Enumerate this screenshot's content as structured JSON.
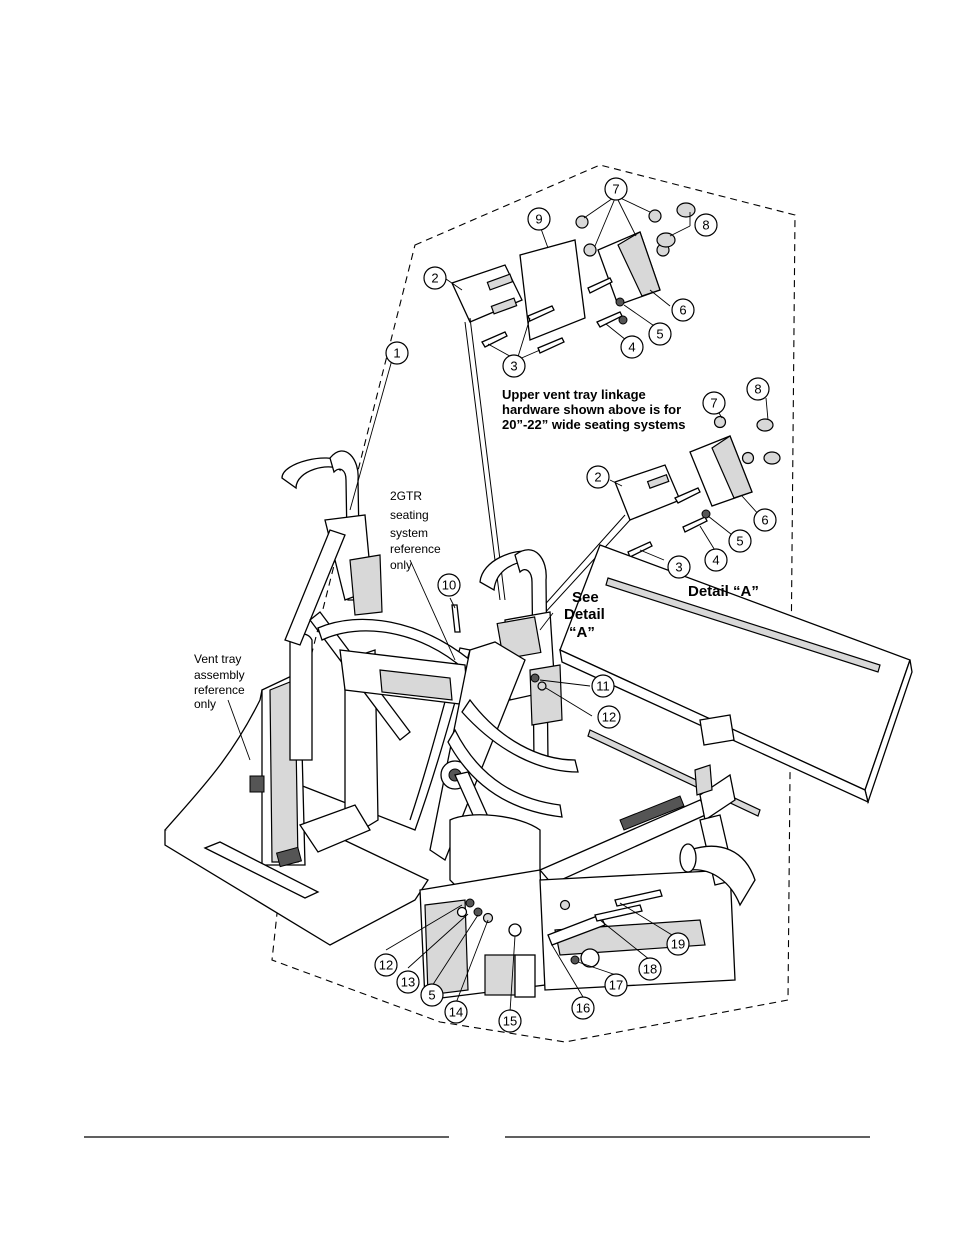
{
  "callouts": [
    {
      "n": "1",
      "label": "1"
    },
    {
      "n": "2",
      "label": "2"
    },
    {
      "n": "3",
      "label": "3"
    },
    {
      "n": "4",
      "label": "4"
    },
    {
      "n": "5",
      "label": "5"
    },
    {
      "n": "6",
      "label": "6"
    },
    {
      "n": "7",
      "label": "7"
    },
    {
      "n": "8",
      "label": "8"
    },
    {
      "n": "9",
      "label": "9"
    },
    {
      "n": "10",
      "label": "10"
    },
    {
      "n": "11",
      "label": "11"
    },
    {
      "n": "12",
      "label": "12"
    },
    {
      "n": "13",
      "label": "13"
    },
    {
      "n": "14",
      "label": "14"
    },
    {
      "n": "15",
      "label": "15"
    },
    {
      "n": "16",
      "label": "16"
    },
    {
      "n": "17",
      "label": "17"
    },
    {
      "n": "18",
      "label": "18"
    },
    {
      "n": "19",
      "label": "19"
    }
  ],
  "notes": {
    "upper_linkage": [
      "Upper vent tray linkage",
      "hardware shown above is for",
      "20”-22” wide seating systems"
    ],
    "seating_ref": [
      "2GTR",
      "seating",
      "system",
      "reference",
      "only"
    ],
    "vent_tray_ref": [
      "Vent tray",
      "assembly",
      "reference",
      "only"
    ],
    "see_detail": [
      "See",
      "Detail",
      "“A”"
    ],
    "detail_a": "Detail “A”"
  }
}
